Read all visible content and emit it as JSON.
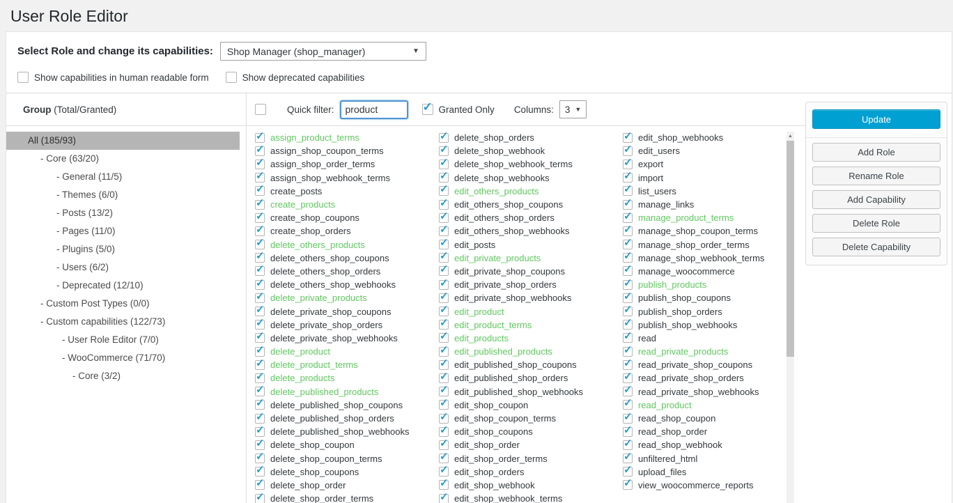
{
  "page": {
    "title": "User Role Editor"
  },
  "icons": {
    "check": "✓",
    "dropdown_arrow": "▼",
    "small_dropdown_arrow": "▼",
    "scroll_up_arrow": "▲"
  },
  "colors": {
    "accent_blue": "#00a0d2",
    "check_blue": "#1e9cd8",
    "granted_green": "#5fc85f",
    "selected_gray": "#b5b5b5"
  },
  "role_selector": {
    "label": "Select Role and change its capabilities:",
    "selected_option": "Shop Manager (shop_manager)"
  },
  "options": [
    {
      "label": "Show capabilities in human readable form",
      "checked": false
    },
    {
      "label": "Show deprecated capabilities",
      "checked": false
    }
  ],
  "filter_bar": {
    "select_all_checked": false,
    "quick_filter_label": "Quick filter:",
    "quick_filter_value": "product",
    "granted_only_label": "Granted Only",
    "granted_only_checked": true,
    "columns_label": "Columns:",
    "columns_value": "3"
  },
  "group_tree": {
    "header_bold": "Group",
    "header_rest": " (Total/Granted)",
    "items": [
      {
        "label": "All (185/93)",
        "level": 0,
        "selected": true
      },
      {
        "label": "- Core (63/20)",
        "level": 1,
        "selected": false
      },
      {
        "label": "- General (11/5)",
        "level": 2,
        "selected": false
      },
      {
        "label": "- Themes (6/0)",
        "level": 2,
        "selected": false
      },
      {
        "label": "- Posts (13/2)",
        "level": 2,
        "selected": false
      },
      {
        "label": "- Pages (11/0)",
        "level": 2,
        "selected": false
      },
      {
        "label": "- Plugins (5/0)",
        "level": 2,
        "selected": false
      },
      {
        "label": "- Users (6/2)",
        "level": 2,
        "selected": false
      },
      {
        "label": "- Deprecated (12/10)",
        "level": 2,
        "selected": false
      },
      {
        "label": "- Custom Post Types (0/0)",
        "level": 1,
        "selected": false
      },
      {
        "label": "- Custom capabilities (122/73)",
        "level": 1,
        "selected": false
      },
      {
        "label": "- User Role Editor (7/0)",
        "level": 3,
        "selected": false
      },
      {
        "label": "- WooCommerce (71/70)",
        "level": 3,
        "selected": false
      },
      {
        "label": "- Core (3/2)",
        "level": 4,
        "selected": false
      }
    ]
  },
  "capabilities": {
    "columns": [
      {
        "items": [
          {
            "label": "assign_product_terms",
            "checked": true,
            "highlight": true
          },
          {
            "label": "assign_shop_coupon_terms",
            "checked": true,
            "highlight": false
          },
          {
            "label": "assign_shop_order_terms",
            "checked": true,
            "highlight": false
          },
          {
            "label": "assign_shop_webhook_terms",
            "checked": true,
            "highlight": false
          },
          {
            "label": "create_posts",
            "checked": true,
            "highlight": false
          },
          {
            "label": "create_products",
            "checked": true,
            "highlight": true
          },
          {
            "label": "create_shop_coupons",
            "checked": true,
            "highlight": false
          },
          {
            "label": "create_shop_orders",
            "checked": true,
            "highlight": false
          },
          {
            "label": "delete_others_products",
            "checked": true,
            "highlight": true
          },
          {
            "label": "delete_others_shop_coupons",
            "checked": true,
            "highlight": false
          },
          {
            "label": "delete_others_shop_orders",
            "checked": true,
            "highlight": false
          },
          {
            "label": "delete_others_shop_webhooks",
            "checked": true,
            "highlight": false
          },
          {
            "label": "delete_private_products",
            "checked": true,
            "highlight": true
          },
          {
            "label": "delete_private_shop_coupons",
            "checked": true,
            "highlight": false
          },
          {
            "label": "delete_private_shop_orders",
            "checked": true,
            "highlight": false
          },
          {
            "label": "delete_private_shop_webhooks",
            "checked": true,
            "highlight": false
          },
          {
            "label": "delete_product",
            "checked": true,
            "highlight": true
          },
          {
            "label": "delete_product_terms",
            "checked": true,
            "highlight": true
          },
          {
            "label": "delete_products",
            "checked": true,
            "highlight": true
          },
          {
            "label": "delete_published_products",
            "checked": true,
            "highlight": true
          },
          {
            "label": "delete_published_shop_coupons",
            "checked": true,
            "highlight": false
          },
          {
            "label": "delete_published_shop_orders",
            "checked": true,
            "highlight": false
          },
          {
            "label": "delete_published_shop_webhooks",
            "checked": true,
            "highlight": false
          },
          {
            "label": "delete_shop_coupon",
            "checked": true,
            "highlight": false
          },
          {
            "label": "delete_shop_coupon_terms",
            "checked": true,
            "highlight": false
          },
          {
            "label": "delete_shop_coupons",
            "checked": true,
            "highlight": false
          },
          {
            "label": "delete_shop_order",
            "checked": true,
            "highlight": false
          },
          {
            "label": "delete_shop_order_terms",
            "checked": true,
            "highlight": false
          }
        ]
      },
      {
        "items": [
          {
            "label": "delete_shop_orders",
            "checked": true,
            "highlight": false
          },
          {
            "label": "delete_shop_webhook",
            "checked": true,
            "highlight": false
          },
          {
            "label": "delete_shop_webhook_terms",
            "checked": true,
            "highlight": false
          },
          {
            "label": "delete_shop_webhooks",
            "checked": true,
            "highlight": false
          },
          {
            "label": "edit_others_products",
            "checked": true,
            "highlight": true
          },
          {
            "label": "edit_others_shop_coupons",
            "checked": true,
            "highlight": false
          },
          {
            "label": "edit_others_shop_orders",
            "checked": true,
            "highlight": false
          },
          {
            "label": "edit_others_shop_webhooks",
            "checked": true,
            "highlight": false
          },
          {
            "label": "edit_posts",
            "checked": true,
            "highlight": false
          },
          {
            "label": "edit_private_products",
            "checked": true,
            "highlight": true
          },
          {
            "label": "edit_private_shop_coupons",
            "checked": true,
            "highlight": false
          },
          {
            "label": "edit_private_shop_orders",
            "checked": true,
            "highlight": false
          },
          {
            "label": "edit_private_shop_webhooks",
            "checked": true,
            "highlight": false
          },
          {
            "label": "edit_product",
            "checked": true,
            "highlight": true
          },
          {
            "label": "edit_product_terms",
            "checked": true,
            "highlight": true
          },
          {
            "label": "edit_products",
            "checked": true,
            "highlight": true
          },
          {
            "label": "edit_published_products",
            "checked": true,
            "highlight": true
          },
          {
            "label": "edit_published_shop_coupons",
            "checked": true,
            "highlight": false
          },
          {
            "label": "edit_published_shop_orders",
            "checked": true,
            "highlight": false
          },
          {
            "label": "edit_published_shop_webhooks",
            "checked": true,
            "highlight": false
          },
          {
            "label": "edit_shop_coupon",
            "checked": true,
            "highlight": false
          },
          {
            "label": "edit_shop_coupon_terms",
            "checked": true,
            "highlight": false
          },
          {
            "label": "edit_shop_coupons",
            "checked": true,
            "highlight": false
          },
          {
            "label": "edit_shop_order",
            "checked": true,
            "highlight": false
          },
          {
            "label": "edit_shop_order_terms",
            "checked": true,
            "highlight": false
          },
          {
            "label": "edit_shop_orders",
            "checked": true,
            "highlight": false
          },
          {
            "label": "edit_shop_webhook",
            "checked": true,
            "highlight": false
          },
          {
            "label": "edit_shop_webhook_terms",
            "checked": true,
            "highlight": false
          }
        ]
      },
      {
        "items": [
          {
            "label": "edit_shop_webhooks",
            "checked": true,
            "highlight": false
          },
          {
            "label": "edit_users",
            "checked": true,
            "highlight": false
          },
          {
            "label": "export",
            "checked": true,
            "highlight": false
          },
          {
            "label": "import",
            "checked": true,
            "highlight": false
          },
          {
            "label": "list_users",
            "checked": true,
            "highlight": false
          },
          {
            "label": "manage_links",
            "checked": true,
            "highlight": false
          },
          {
            "label": "manage_product_terms",
            "checked": true,
            "highlight": true
          },
          {
            "label": "manage_shop_coupon_terms",
            "checked": true,
            "highlight": false
          },
          {
            "label": "manage_shop_order_terms",
            "checked": true,
            "highlight": false
          },
          {
            "label": "manage_shop_webhook_terms",
            "checked": true,
            "highlight": false
          },
          {
            "label": "manage_woocommerce",
            "checked": true,
            "highlight": false
          },
          {
            "label": "publish_products",
            "checked": true,
            "highlight": true
          },
          {
            "label": "publish_shop_coupons",
            "checked": true,
            "highlight": false
          },
          {
            "label": "publish_shop_orders",
            "checked": true,
            "highlight": false
          },
          {
            "label": "publish_shop_webhooks",
            "checked": true,
            "highlight": false
          },
          {
            "label": "read",
            "checked": true,
            "highlight": false
          },
          {
            "label": "read_private_products",
            "checked": true,
            "highlight": true
          },
          {
            "label": "read_private_shop_coupons",
            "checked": true,
            "highlight": false
          },
          {
            "label": "read_private_shop_orders",
            "checked": true,
            "highlight": false
          },
          {
            "label": "read_private_shop_webhooks",
            "checked": true,
            "highlight": false
          },
          {
            "label": "read_product",
            "checked": true,
            "highlight": true
          },
          {
            "label": "read_shop_coupon",
            "checked": true,
            "highlight": false
          },
          {
            "label": "read_shop_order",
            "checked": true,
            "highlight": false
          },
          {
            "label": "read_shop_webhook",
            "checked": true,
            "highlight": false
          },
          {
            "label": "unfiltered_html",
            "checked": true,
            "highlight": false
          },
          {
            "label": "upload_files",
            "checked": true,
            "highlight": false
          },
          {
            "label": "view_woocommerce_reports",
            "checked": true,
            "highlight": false
          }
        ]
      }
    ]
  },
  "actions": {
    "update_label": "Update",
    "buttons": [
      "Add Role",
      "Rename Role",
      "Add Capability",
      "Delete Role",
      "Delete Capability"
    ]
  }
}
